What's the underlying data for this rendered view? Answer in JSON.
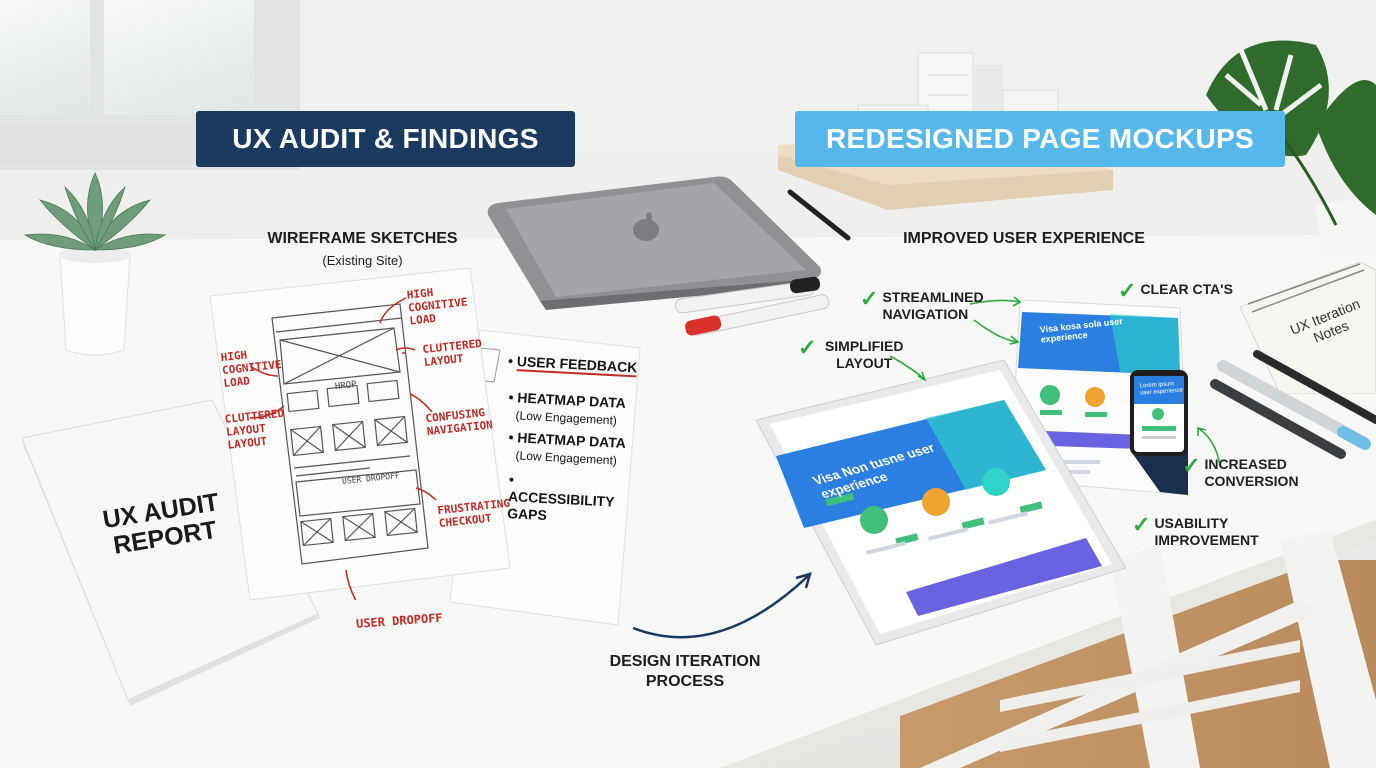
{
  "banners": {
    "left": "UX AUDIT & FINDINGS",
    "right": "REDESIGNED PAGE MOCKUPS"
  },
  "wireframe": {
    "title": "WIREFRAME SKETCHES",
    "subtitle": "(Existing Site)",
    "annotations": {
      "high_load_top": "HIGH COGNITIVE LOAD",
      "cluttered_top": "CLUTTERED LAYOUT",
      "high_load_left": "HIGH COGNITIVE LOAD",
      "cluttered_left": "CLUTTERED LAYOUT LAYOUT",
      "confusing_nav": "CONFUSING NAVIGATION",
      "frustrating_checkout": "FRUSTRATING CHECKOUT",
      "user_dropoff": "USER DROPOFF"
    },
    "sketch_labels": {
      "box": "HROP",
      "section": "USER DROPOFF"
    }
  },
  "report": {
    "title": "UX AUDIT REPORT"
  },
  "findings": [
    {
      "bullet": "•",
      "label": "USER FEEDBACK",
      "sub": ""
    },
    {
      "bullet": "•",
      "label": "HEATMAP DATA",
      "sub": "(Low Engagement)"
    },
    {
      "bullet": "•",
      "label": "HEATMAP DATA",
      "sub": "(Low Engagement)"
    },
    {
      "bullet": "•",
      "label": "ACCESSIBILITY GAPS",
      "sub": ""
    }
  ],
  "improved_ux": {
    "title": "IMPROVED USER EXPERIENCE"
  },
  "benefits": {
    "streamlined": "STREAMLINED NAVIGATION",
    "clear_ctas": "CLEAR CTA'S",
    "simplified": "SIMPLIFIED LAYOUT",
    "increased": "INCREASED CONVERSION",
    "usability": "USABILITY IMPROVEMENT",
    "check_glyph": "✓"
  },
  "mockups": {
    "tablet_hero": "Visa Non tusne user experience",
    "page2_hero": "Visa kosa sola user experience",
    "phone_hero": "Lorem ipsum user experience"
  },
  "notebook": {
    "label": "UX Iteration Notes"
  },
  "process": {
    "label": "DESIGN ITERATION PROCESS"
  },
  "colors": {
    "navy": "#1b3a60",
    "sky": "#56b7ea",
    "annotation_red": "#c22a25",
    "check_green": "#2eaa3f",
    "mockup_blue": "#2a7fe0",
    "mockup_teal": "#2fd3c9"
  },
  "icons": {
    "apple_logo": "apple-logo-icon",
    "check": "check-icon",
    "arrow": "curved-arrow-icon"
  }
}
